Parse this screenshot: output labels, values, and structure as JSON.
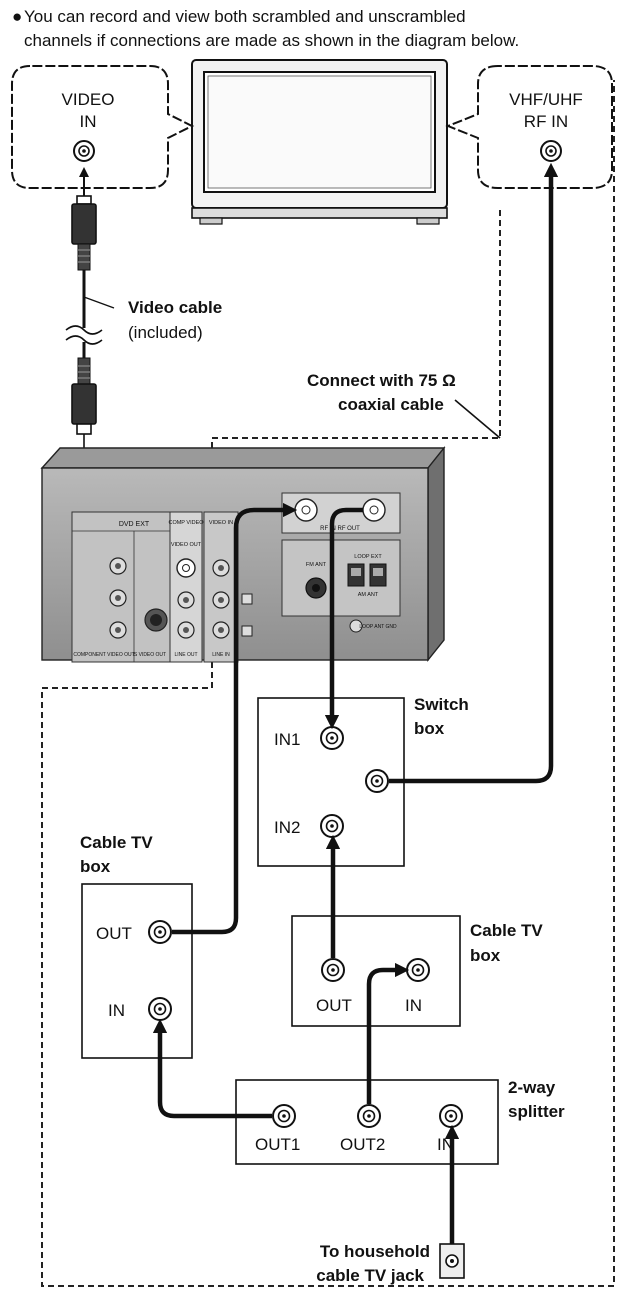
{
  "intro": {
    "bullet": "●",
    "line1": "You can record and view both scrambled and unscrambled",
    "line2": "channels if connections are made as shown in the diagram below."
  },
  "tv": {
    "video_in": {
      "line1": "VIDEO",
      "line2": "IN"
    },
    "rf_in": {
      "line1": "VHF/UHF",
      "line2": "RF IN"
    }
  },
  "video_cable": {
    "name": "Video cable",
    "note": "(included)"
  },
  "coax_note": {
    "line1": "Connect with 75 Ω",
    "line2": "coaxial cable"
  },
  "recorder": {
    "labels": {
      "dvd_ext": "DVD EXT",
      "comp_video": "COMP VIDEO",
      "video_out": "VIDEO OUT",
      "video_in": "VIDEO IN",
      "rf_in_out": "RF IN  RF OUT",
      "loop_ext": "LOOP EXT",
      "am_ant": "AM ANT",
      "fm_ant": "FM ANT",
      "s_video": "S VIDEO OUT",
      "line_out": "LINE OUT",
      "line_in": "LINE IN",
      "component": "COMPONENT VIDEO OUT",
      "loop_ant_gnd": "LOOP ANT GND"
    }
  },
  "switch_box": {
    "title_line1": "Switch",
    "title_line2": "box",
    "in1": "IN1",
    "in2": "IN2"
  },
  "cable_box_left": {
    "title_line1": "Cable TV",
    "title_line2": "box",
    "out": "OUT",
    "in": "IN"
  },
  "cable_box_right": {
    "title_line1": "Cable TV",
    "title_line2": "box",
    "out": "OUT",
    "in": "IN"
  },
  "splitter": {
    "title_line1": "2-way",
    "title_line2": "splitter",
    "out1": "OUT1",
    "out2": "OUT2",
    "in": "IN"
  },
  "wall_jack": {
    "line1": "To household",
    "line2": "cable TV jack"
  },
  "colors": {
    "ink": "#111111",
    "panel": "#a9a9a9",
    "panel_dark": "#7d7d7d",
    "dash": "#222222"
  }
}
